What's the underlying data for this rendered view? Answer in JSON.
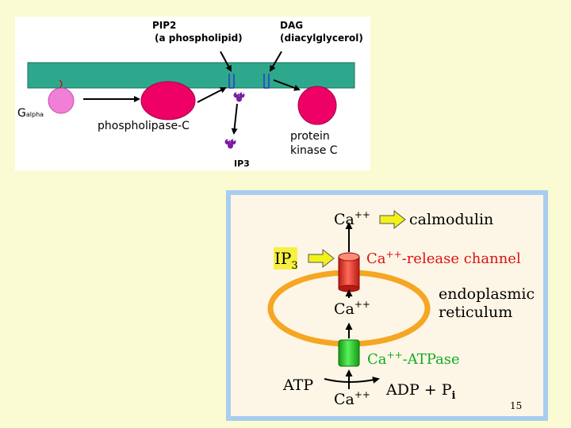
{
  "signaling_diagram": {
    "labels": {
      "pip2_line1": "PIP2",
      "pip2_line2": "(a phospholipid)",
      "dag_line1": "DAG",
      "dag_line2": "(diacylglycerol)",
      "g_prefix": "G",
      "g_subscript": "alpha",
      "phospholipase": "phospholipase-C",
      "pkc_line1": "protein",
      "pkc_line2": "kinase C",
      "ip3": "IP3"
    },
    "colors": {
      "membrane": "#2ea88c",
      "g_protein": "#f27fd6",
      "enzyme": "#ee0066",
      "ip3_molecule": "#7a1fa0",
      "lipid_tail": "#2a36c8"
    }
  },
  "calcium_diagram": {
    "labels": {
      "ca_top": "Ca",
      "calmodulin": "calmodulin",
      "ip3_main": "IP",
      "ip3_sub": "3",
      "channel": "-release channel",
      "channel_ca": "Ca",
      "er_line1": "endoplasmic",
      "er_line2": "reticulum",
      "ca_inside": "Ca",
      "atpase_ca": "Ca",
      "atpase": "-ATPase",
      "atp": "ATP",
      "ca_bottom": "Ca",
      "adp": "ADP + P",
      "adp_sub": "i",
      "charge": "++"
    },
    "colors": {
      "border": "#a9cdf0",
      "er_membrane": "#f5a623",
      "channel": "#ee3b2f",
      "pump": "#22cc22",
      "red_text": "#dd1111",
      "green_text": "#11aa22",
      "arrow_fill": "#f2f21a",
      "ip3_highlight": "#f6f040"
    }
  },
  "slide_number": "15"
}
